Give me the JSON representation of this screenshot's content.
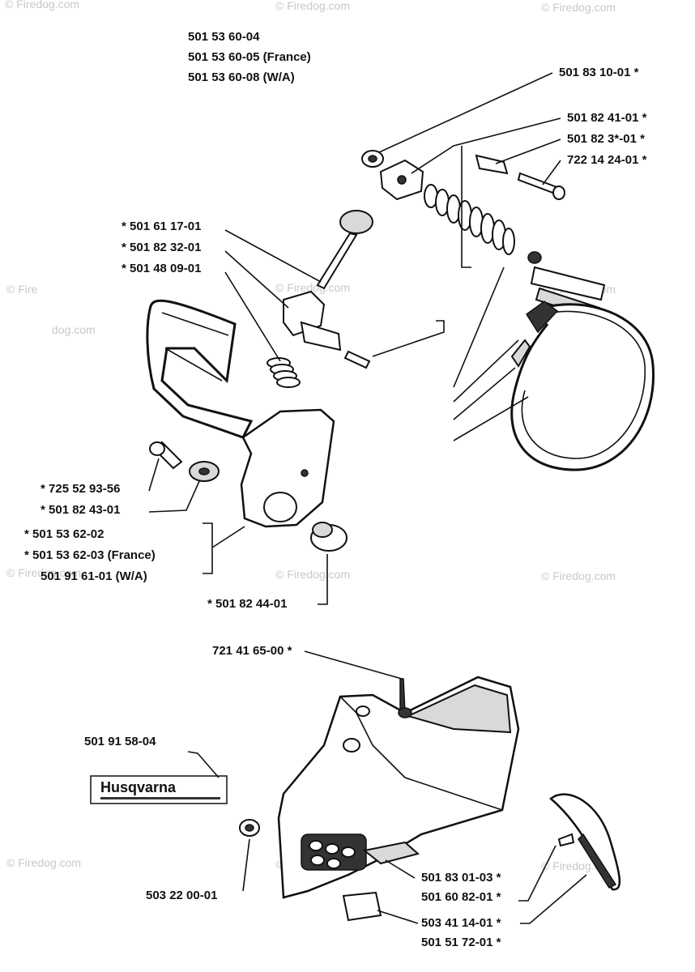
{
  "watermark": {
    "brand": "© Firedog.com",
    "short": "© Fire",
    "domain": "dog.com"
  },
  "labels": {
    "main_assembly_1": "501 53 60-04",
    "main_assembly_2": "501 53 60-05 (France)",
    "main_assembly_3": "501 53 60-08 (W/A)",
    "p_501831001": "501 83 10-01  *",
    "p_501824101": "501 82 41-01  *",
    "p_50182301": "501 82 3*-01  *",
    "p_722142401": "722 14 24-01  *",
    "p_501611701": "*  501 61 17-01",
    "p_501823201": "*  501 82 32-01",
    "p_501480901": "*  501 48 09-01",
    "p_725529356": "*  725 52 93-56",
    "p_501824301": "*  501 82 43-01",
    "p_501536202": "*  501 53 62-02",
    "p_501536203": "*  501 53 62-03 (France)",
    "p_501916101": "501 91 61-01 (W/A)",
    "p_501824401": "*  501 82 44-01",
    "p_721416500": "721 41 65-00  *",
    "p_501915804": "501 91 58-04",
    "p_503220001": "503 22 00-01",
    "p_501830103": "501 83 01-03  *",
    "p_501608201": "501 60 82-01  *",
    "p_503411401": "503 41 14-01  *",
    "p_501517201": "501 51 72-01  *"
  },
  "decal": {
    "brand": "Husqvarna"
  }
}
